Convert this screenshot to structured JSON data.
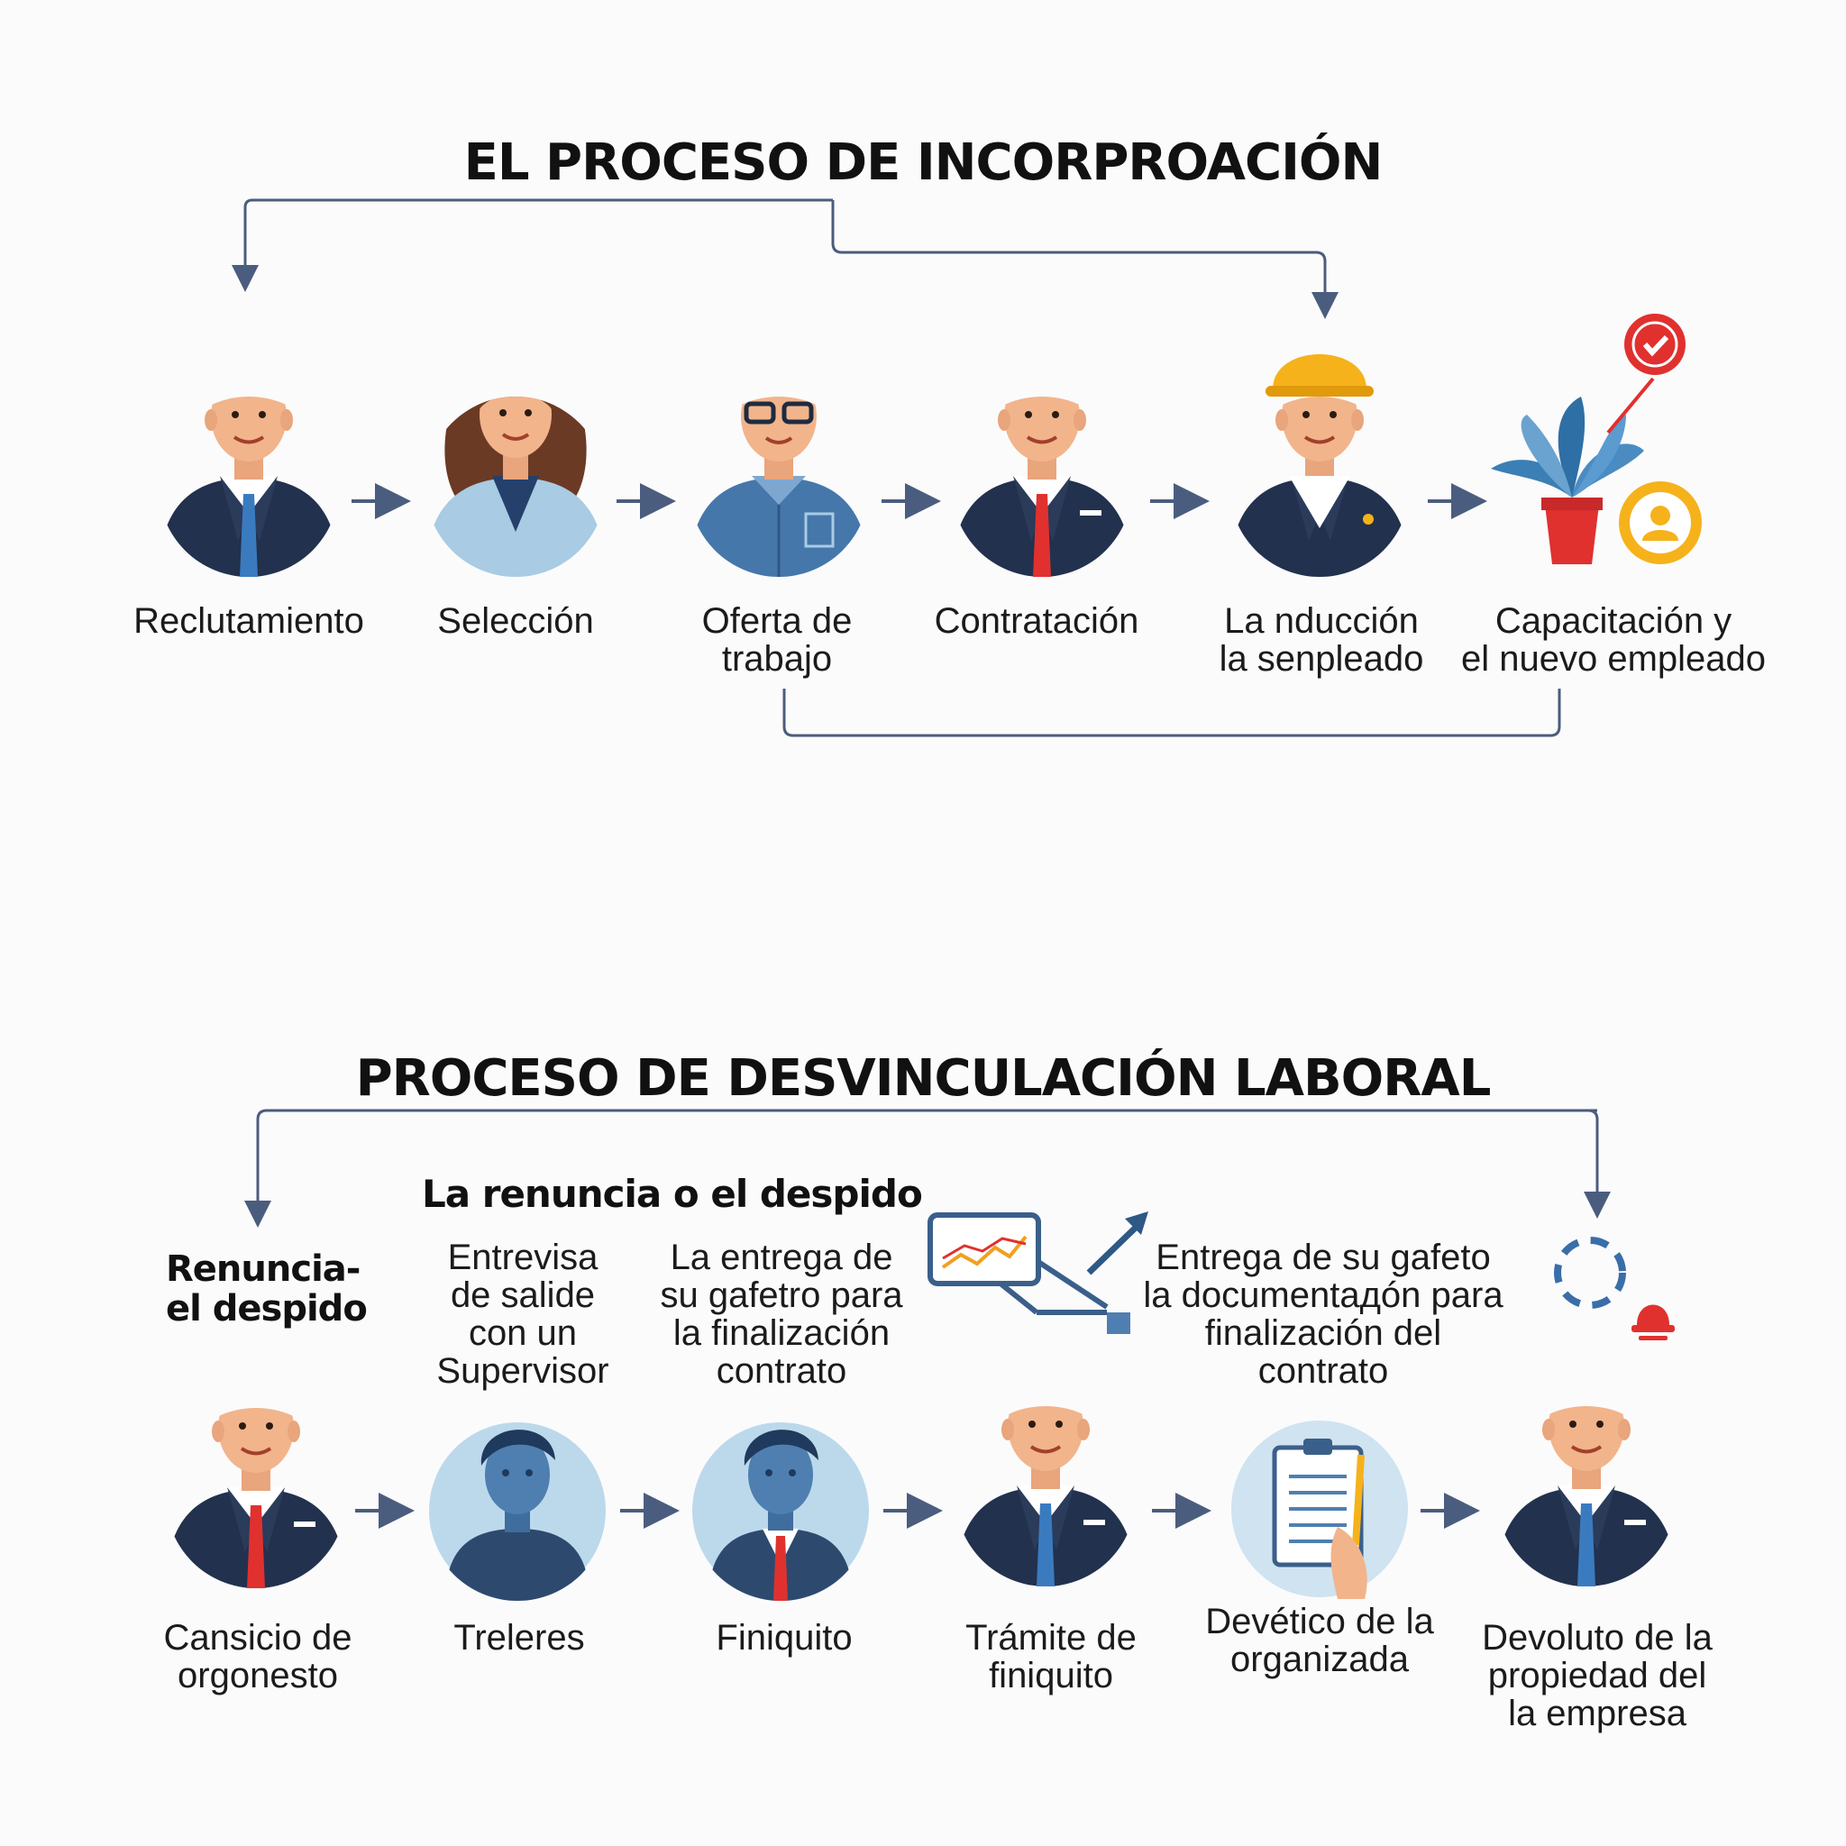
{
  "onboarding": {
    "title": "EL PROCESO DE INCORPROACIÓN",
    "steps": [
      {
        "lines": [
          "Reclutamiento"
        ]
      },
      {
        "lines": [
          "Selección"
        ]
      },
      {
        "lines": [
          "Oferta de",
          "trabajo"
        ]
      },
      {
        "lines": [
          "Contratación"
        ]
      },
      {
        "lines": [
          "La nducción",
          "la senpleado"
        ]
      },
      {
        "lines": [
          "Capacitación y",
          "el nuevo empleado"
        ]
      }
    ]
  },
  "offboarding": {
    "title": "PROCESO DE DESVINCULACIÓN LABORAL",
    "subtitle": "La renuncia o el despido",
    "side_heading": [
      "Renuncia-",
      "el despido"
    ],
    "notes": [
      {
        "lines": [
          "Entrevisa",
          "de salide",
          "con un",
          "Supervisor"
        ]
      },
      {
        "lines": [
          "La entrega de",
          "su gafetro para",
          "la finalización",
          "contrato"
        ]
      },
      {
        "lines": [
          "Entrega de su gafeto",
          "la documentaдón para",
          "finalización del",
          "contrato"
        ]
      }
    ],
    "steps": [
      {
        "lines": [
          "Cansicio de",
          "orgonesto"
        ]
      },
      {
        "lines": [
          "Treleres"
        ]
      },
      {
        "lines": [
          "Finiquito"
        ]
      },
      {
        "lines": [
          "Trámite de",
          "finiquito"
        ]
      },
      {
        "lines": [
          "Devético de la",
          "organizada"
        ]
      },
      {
        "lines": [
          "Devoluto de la",
          "propiedad del",
          "la empresa"
        ]
      }
    ]
  },
  "colors": {
    "navy_suit": "#22314d",
    "connector": "#4b5d7e",
    "light_blue": "#a9cbe3",
    "accent_red": "#e0312f",
    "helmet_yellow": "#f5b21b"
  }
}
